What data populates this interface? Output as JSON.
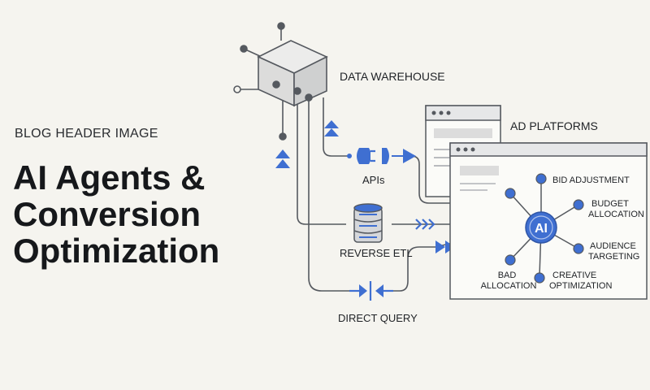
{
  "header": {
    "eyebrow": "BLOG HEADER IMAGE",
    "title_lines": [
      "AI Agents &",
      "Conversion",
      "Optimization"
    ]
  },
  "nodes": {
    "warehouse": "DATA WAREHOUSE",
    "apis": "APIs",
    "reverse_etl": "REVERSE ETL",
    "direct_query": "DIRECT QUERY",
    "ad_platforms": "AD PLATFORMS",
    "ai_hub": "AI"
  },
  "spokes": {
    "bid_adjustment": "BID ADJUSTMENT",
    "budget_allocation": [
      "BUDGET",
      "ALLOCATION"
    ],
    "audience_targeting": [
      "AUDIENCE",
      "TARGETING"
    ],
    "creative_optimization": [
      "CREATIVE",
      "OPTIMIZATION"
    ],
    "bad_allocation": [
      "BAD",
      "ALLOCATION"
    ]
  },
  "colors": {
    "accent": "#3f6fd1",
    "line": "#55595f",
    "window_fill": "#fbfbf8",
    "window_bar": "#e6e7e8",
    "background": "#f5f4ef"
  },
  "icons": {
    "warehouse": "cube-icon",
    "apis": "plug-icon",
    "reverse_etl": "database-icon",
    "direct_query": "merge-arrows-icon",
    "hub": "ai-badge-icon"
  }
}
